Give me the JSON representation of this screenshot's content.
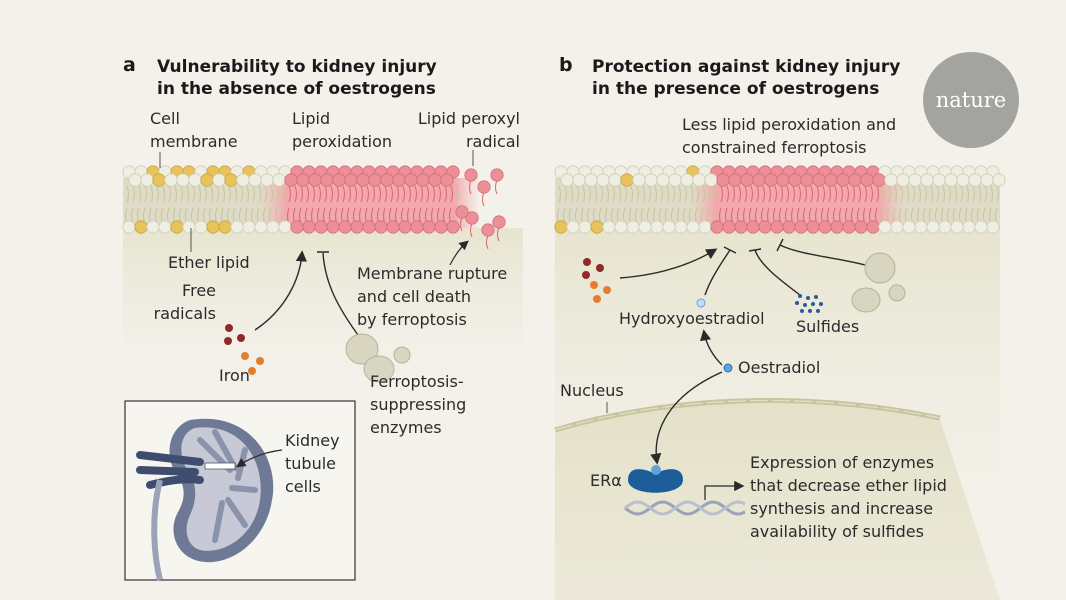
{
  "panel_a": {
    "letter": "a",
    "title_line1": "Vulnerability to kidney injury",
    "title_line2": "in the absence of oestrogens",
    "labels": {
      "cell_membrane": "Cell\nmembrane",
      "lipid_peroxidation": "Lipid\nperoxidation",
      "lipid_peroxyl_radical": "Lipid peroxyl\nradical",
      "ether_lipid": "Ether lipid",
      "membrane_rupture": "Membrane rupture\nand cell death\nby ferroptosis",
      "free_radicals": "Free\nradicals",
      "iron": "Iron",
      "enzymes": "Ferroptosis-\nsuppressing\nenzymes",
      "kidney_tubule": "Kidney\ntubule\ncells"
    }
  },
  "panel_b": {
    "letter": "b",
    "title_line1": "Protection against kidney injury",
    "title_line2": "in the presence of oestrogens",
    "labels": {
      "less_peroxidation": "Less lipid peroxidation and\nconstrained ferroptosis",
      "hydroxyoestradiol": "Hydroxyoestradiol",
      "sulfides": "Sulfides",
      "oestradiol": "Oestradiol",
      "nucleus": "Nucleus",
      "era": "ERα",
      "expression": "Expression of enzymes\nthat decrease ether lipid\nsynthesis and increase\navailability of sulfides"
    }
  },
  "logo": "nature",
  "colors": {
    "background": "#f3f1ea",
    "membrane_head": "#eeeee2",
    "ether_lipid": "#e8c25a",
    "peroxidized": "#ec8f98",
    "free_radical": "#8f2a2a",
    "iron": "#e57d2e",
    "enzyme": "#d9d6c2",
    "oestradiol": "#5ea4d8",
    "era": "#1e5d9c",
    "sulfide": "#2a5a9a"
  }
}
